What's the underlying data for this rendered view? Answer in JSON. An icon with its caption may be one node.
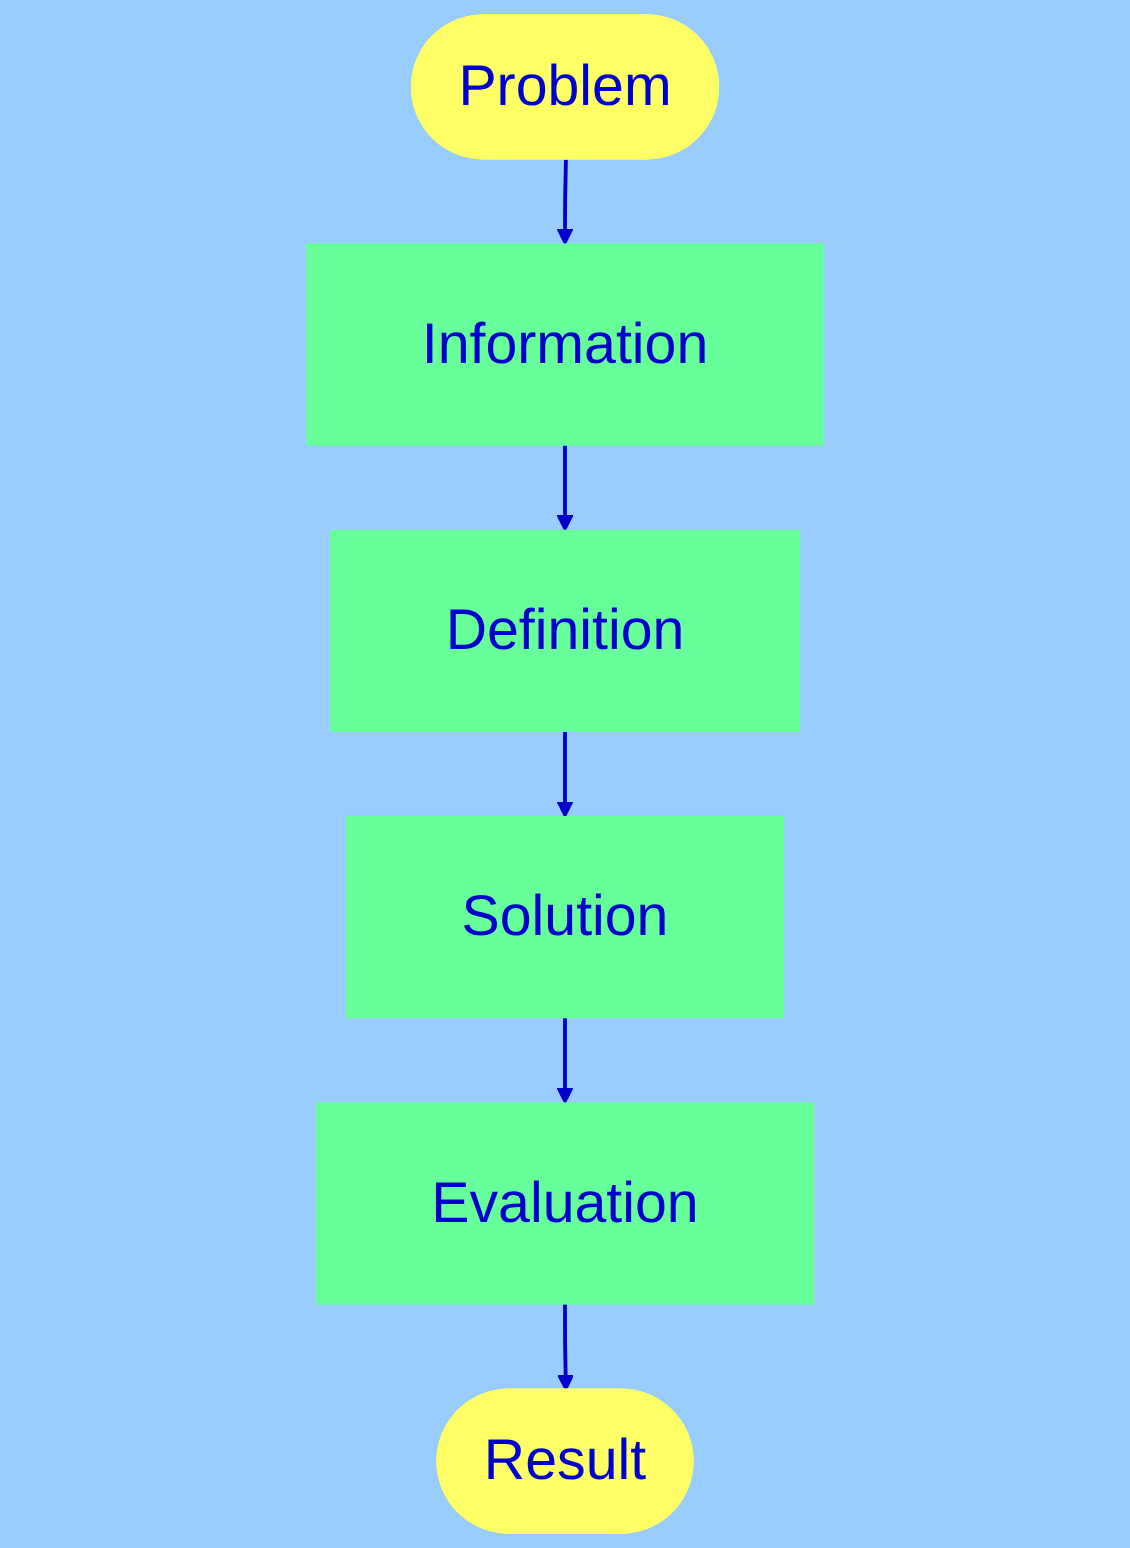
{
  "diagram": {
    "nodes": [
      {
        "text": [
          "Problem"
        ]
      },
      {
        "text": [
          "Information"
        ]
      },
      {
        "text": [
          "Definition"
        ]
      },
      {
        "text": [
          "Solution"
        ]
      },
      {
        "text": [
          "Evaluation"
        ]
      },
      {
        "text": [
          "Result"
        ]
      }
    ],
    "edges": [
      {
        "from": 0,
        "to": 1,
        "arrow": "to"
      },
      {
        "from": 1,
        "to": 2,
        "arrow": "to"
      },
      {
        "from": 2,
        "to": 3,
        "arrow": "to"
      },
      {
        "from": 3,
        "to": 4,
        "arrow": "to"
      },
      {
        "from": 4,
        "to": 5,
        "arrow": "to"
      }
    ]
  }
}
